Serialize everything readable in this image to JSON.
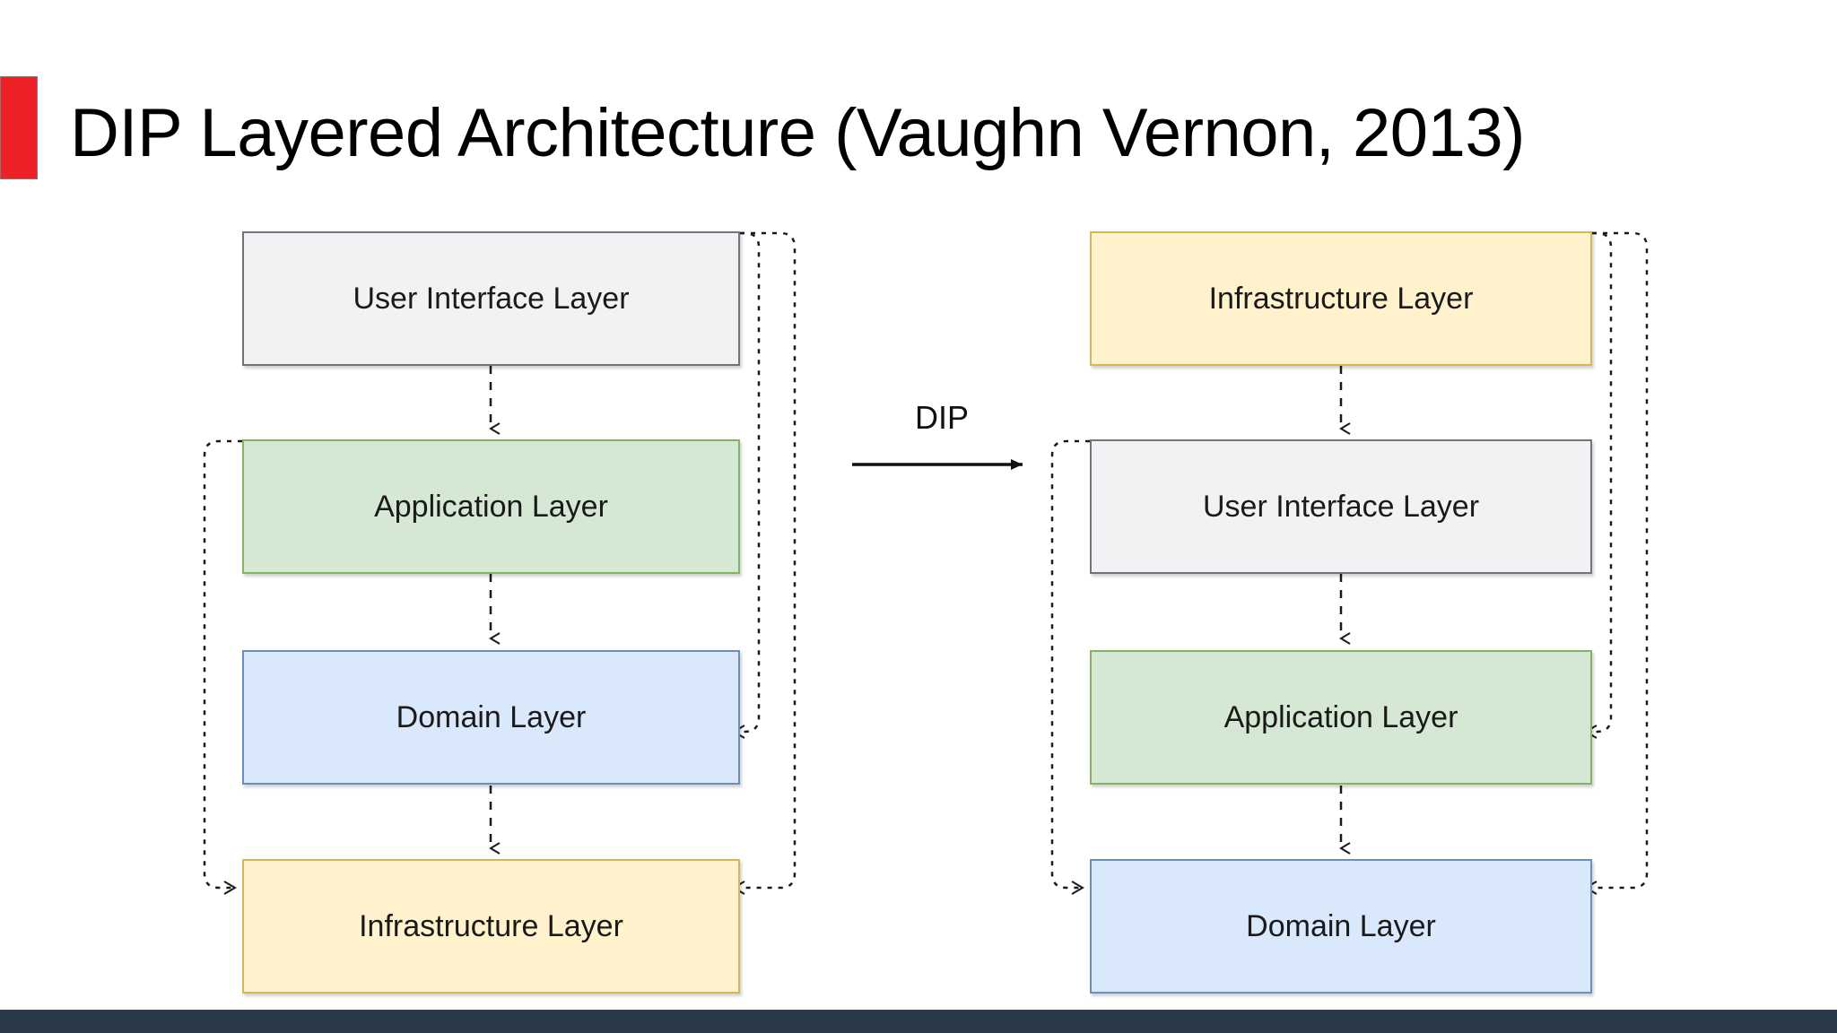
{
  "slide": {
    "title": "DIP Layered Architecture (Vaughn Vernon, 2013)",
    "accent_color": "#ec2227",
    "background": "#ffffff",
    "footer_color": "#2b3a4a"
  },
  "palette": {
    "gray_fill": "#f2f2f5",
    "gray_stroke": "#73737d",
    "green_fill": "#d5e8d4",
    "green_stroke": "#82b366",
    "blue_fill": "#dae8fc",
    "blue_stroke": "#6c8ebf",
    "yellow_fill": "#fff2cc",
    "yellow_stroke": "#d6b656",
    "connector_color": "#1a1a1a"
  },
  "transform": {
    "label": "DIP",
    "arrow": "arrow-right-solid"
  },
  "diagrams": [
    {
      "id": "traditional-layers",
      "layers": [
        {
          "name": "User Interface Layer",
          "fill": "#f2f2f5",
          "stroke": "#73737d"
        },
        {
          "name": "Application Layer",
          "fill": "#d5e8d4",
          "stroke": "#82b366"
        },
        {
          "name": "Domain Layer",
          "fill": "#dae8fc",
          "stroke": "#6c8ebf"
        },
        {
          "name": "Infrastructure Layer",
          "fill": "#fff2cc",
          "stroke": "#d6b656"
        }
      ],
      "flow_arrows": [
        {
          "from": "User Interface Layer",
          "to": "Application Layer",
          "style": "dashed-down"
        },
        {
          "from": "Application Layer",
          "to": "Domain Layer",
          "style": "dashed-down"
        },
        {
          "from": "Domain Layer",
          "to": "Infrastructure Layer",
          "style": "dashed-down"
        }
      ],
      "dependency_arrows": [
        {
          "from": "Application Layer",
          "to": "Infrastructure Layer",
          "side": "left",
          "style": "dashed"
        },
        {
          "from": "User Interface Layer",
          "to": "Domain Layer",
          "side": "right",
          "style": "dashed"
        },
        {
          "from": "User Interface Layer",
          "to": "Infrastructure Layer",
          "side": "right",
          "style": "dashed"
        }
      ]
    },
    {
      "id": "dip-inverted-layers",
      "layers": [
        {
          "name": "Infrastructure Layer",
          "fill": "#fff2cc",
          "stroke": "#d6b656"
        },
        {
          "name": "User Interface Layer",
          "fill": "#f2f2f5",
          "stroke": "#73737d"
        },
        {
          "name": "Application Layer",
          "fill": "#d5e8d4",
          "stroke": "#82b366"
        },
        {
          "name": "Domain Layer",
          "fill": "#dae8fc",
          "stroke": "#6c8ebf"
        }
      ],
      "flow_arrows": [
        {
          "from": "Infrastructure Layer",
          "to": "User Interface Layer",
          "style": "dashed-down"
        },
        {
          "from": "User Interface Layer",
          "to": "Application Layer",
          "style": "dashed-down"
        },
        {
          "from": "Application Layer",
          "to": "Domain Layer",
          "style": "dashed-down"
        }
      ],
      "dependency_arrows": [
        {
          "from": "User Interface Layer",
          "to": "Domain Layer",
          "side": "left",
          "style": "dashed"
        },
        {
          "from": "Infrastructure Layer",
          "to": "Application Layer",
          "side": "right",
          "style": "dashed"
        },
        {
          "from": "Infrastructure Layer",
          "to": "Domain Layer",
          "side": "right",
          "style": "dashed"
        }
      ]
    }
  ]
}
